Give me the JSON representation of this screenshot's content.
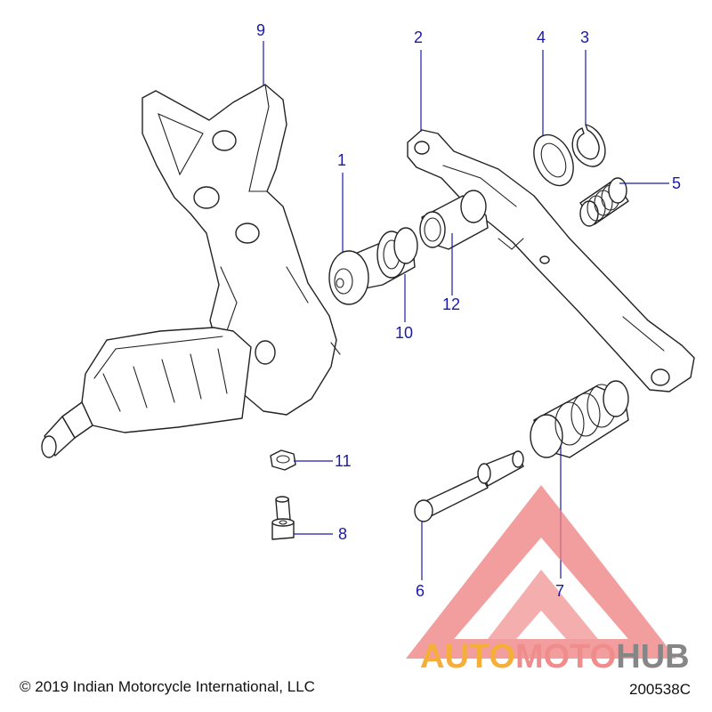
{
  "diagram": {
    "callouts": [
      "1",
      "2",
      "3",
      "4",
      "5",
      "6",
      "7",
      "8",
      "9",
      "10",
      "11",
      "12"
    ]
  },
  "footer": {
    "copyright": "© 2019 Indian Motorcycle International, LLC",
    "figure_id": "200538C"
  },
  "watermark": {
    "text_part1": "AUTO",
    "text_part2": "MOTO",
    "text_part3": "HUB",
    "colors": {
      "triangle": "#f08080",
      "orange": "#f5a623",
      "gray": "#7a7a7a"
    }
  },
  "colors": {
    "callout": "#1a1aa6",
    "line": "#222222"
  }
}
